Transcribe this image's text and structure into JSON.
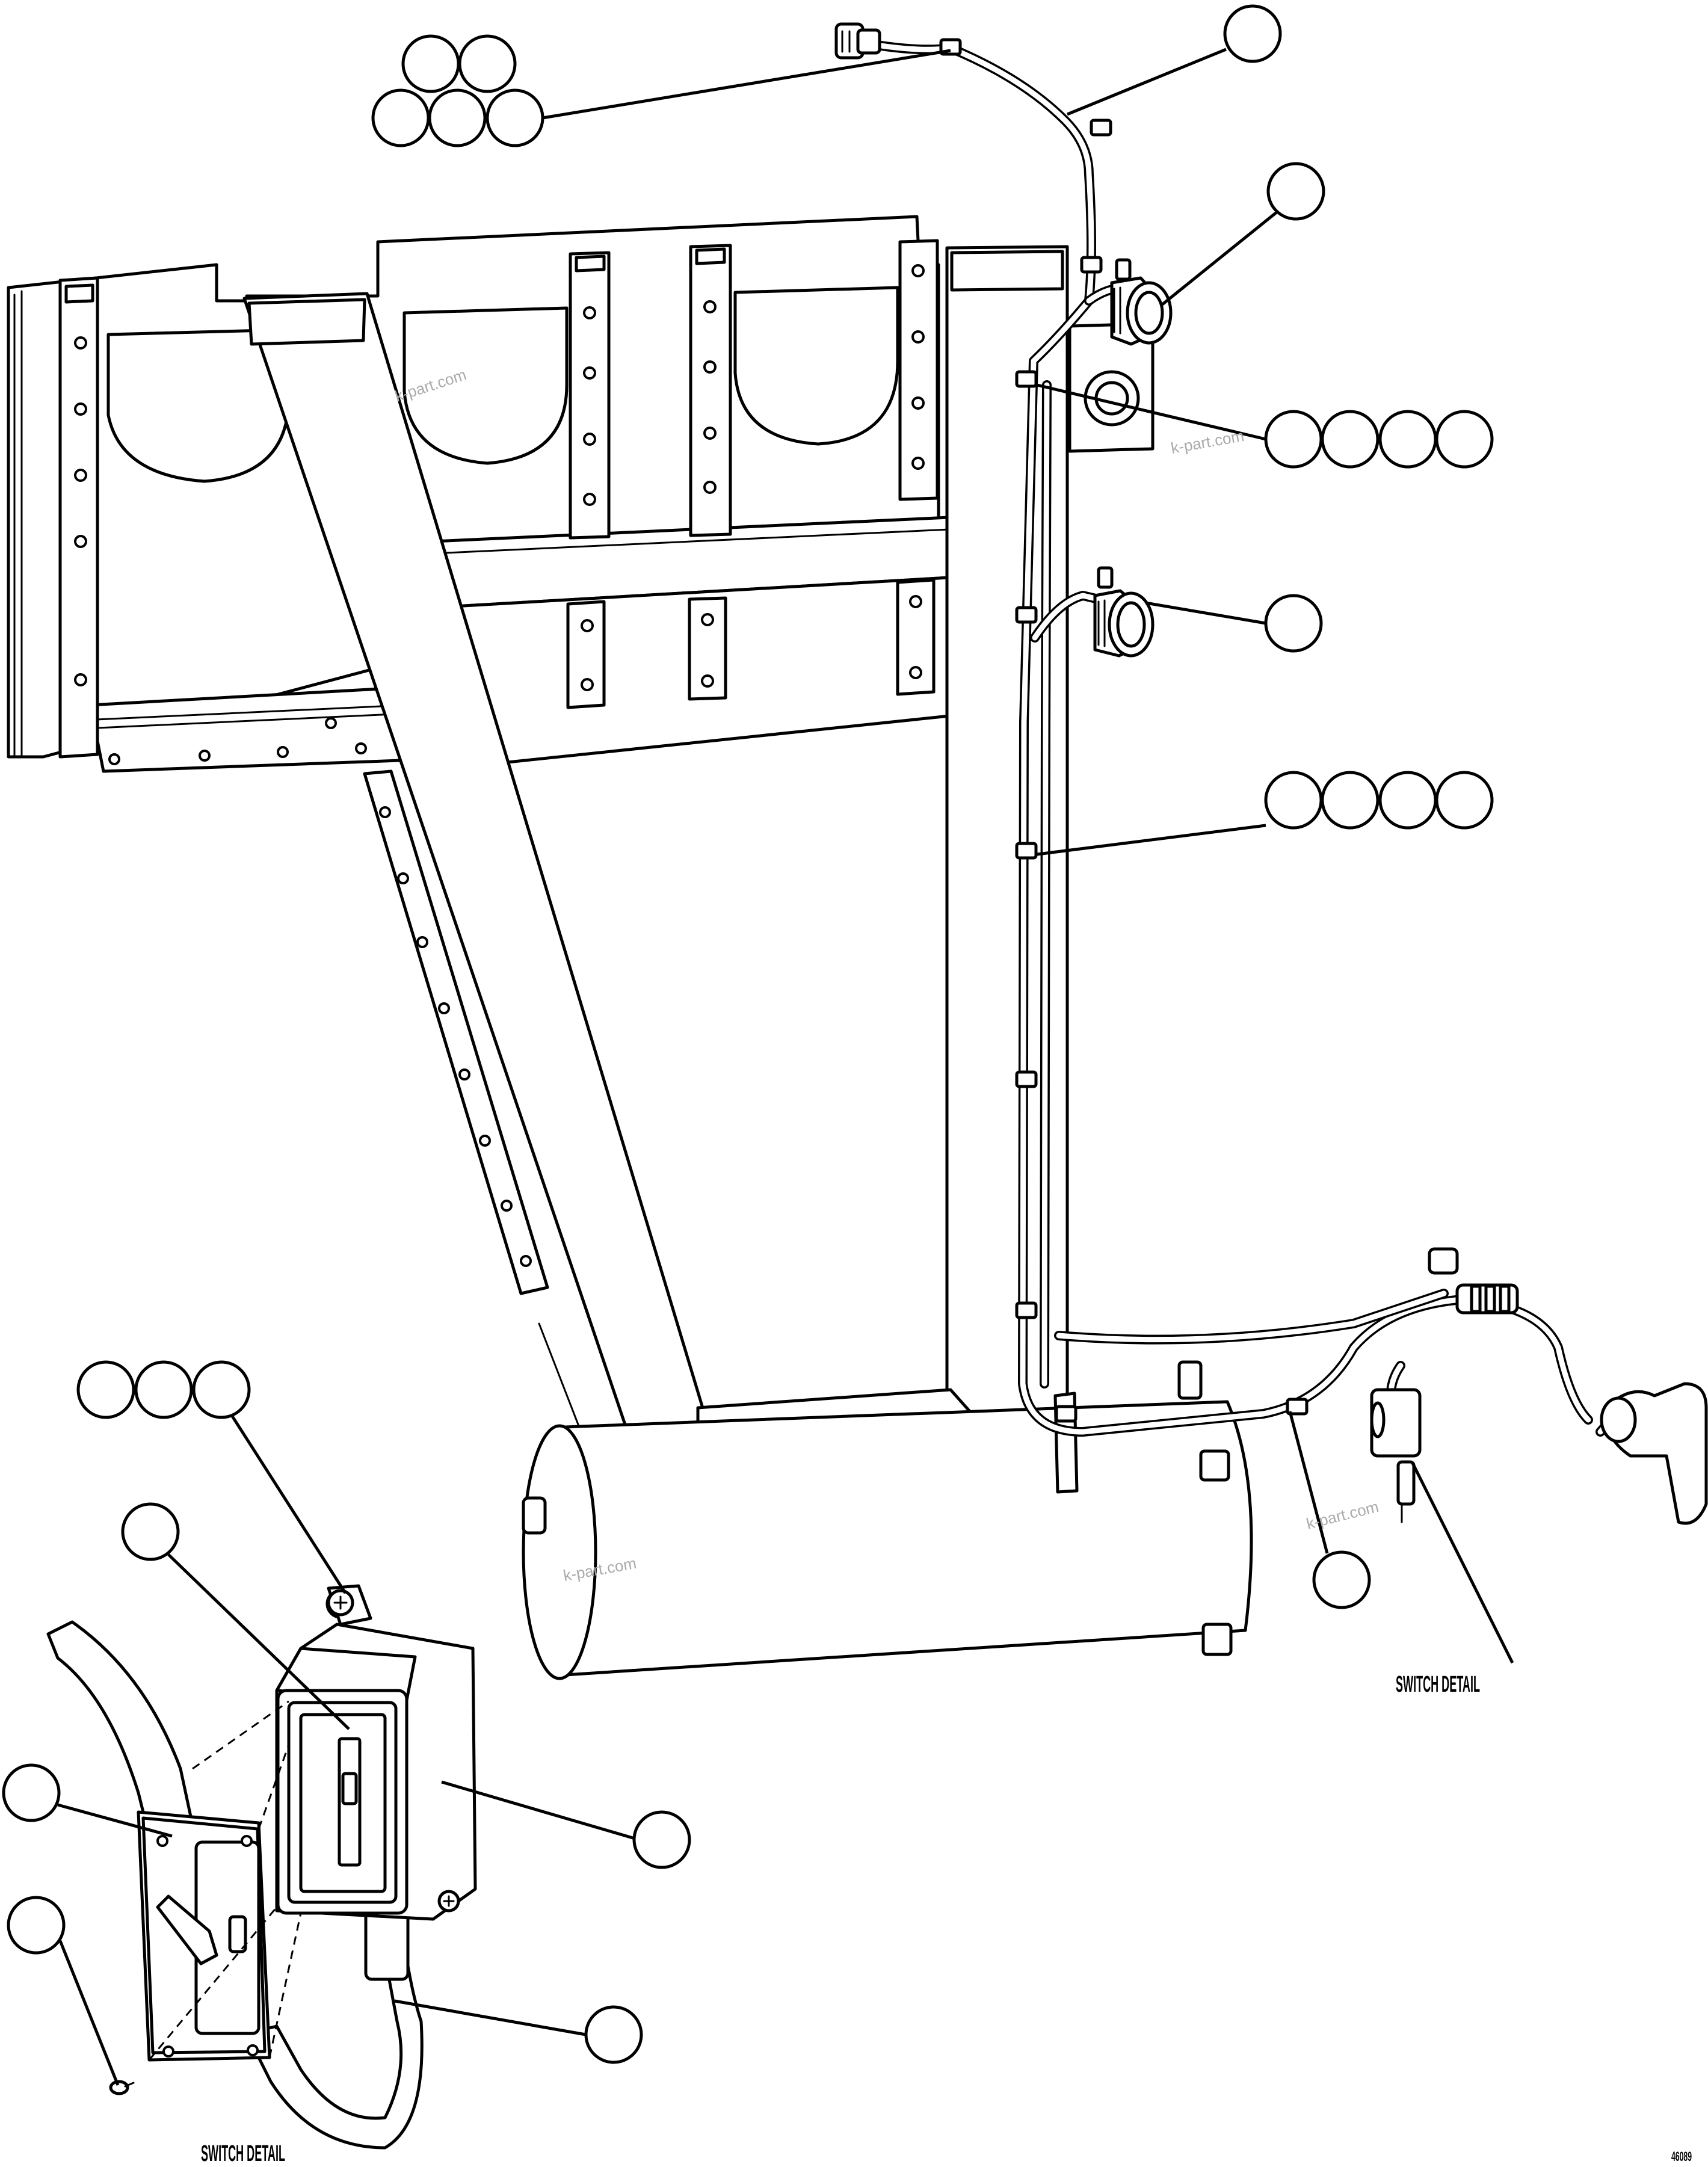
{
  "labels": {
    "switch_detail_upper": "SWITCH DETAIL",
    "switch_detail_lower": "SWITCH DETAIL",
    "figure_number": "46089"
  },
  "watermarks": [
    "k-part.com",
    "k-part.com",
    "k-part.com",
    "k-part.com"
  ],
  "colors": {
    "line": "#000000",
    "background": "#ffffff",
    "watermark": "#aaaaaa"
  }
}
